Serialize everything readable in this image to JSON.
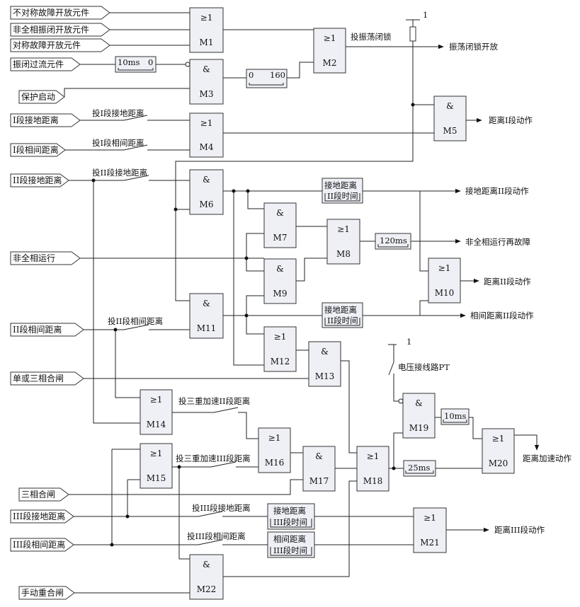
{
  "inputs": [
    {
      "id": "in1",
      "text": "不对称故障开放元件"
    },
    {
      "id": "in2",
      "text": "非全相振闭开放元件"
    },
    {
      "id": "in3",
      "text": "对称故障开放元件"
    },
    {
      "id": "in4",
      "text": "振闭过流元件"
    },
    {
      "id": "in5",
      "text": "保护启动"
    },
    {
      "id": "in6",
      "text": "I段接地距离"
    },
    {
      "id": "in7",
      "text": "I段相间距离"
    },
    {
      "id": "in8",
      "text": "II段接地距离"
    },
    {
      "id": "in9",
      "text": "非全相运行"
    },
    {
      "id": "in10",
      "text": "II段相间距离"
    },
    {
      "id": "in11",
      "text": "单或三相合闸"
    },
    {
      "id": "in12",
      "text": "三相合闸"
    },
    {
      "id": "in13",
      "text": "III段接地距离"
    },
    {
      "id": "in14",
      "text": "III段相间距离"
    },
    {
      "id": "in15",
      "text": "手动重合闸"
    }
  ],
  "gates": [
    {
      "id": "M1",
      "sym": "≥1"
    },
    {
      "id": "M2",
      "sym": "≥1"
    },
    {
      "id": "M3",
      "sym": "&"
    },
    {
      "id": "M4",
      "sym": "≥1"
    },
    {
      "id": "M5",
      "sym": "&"
    },
    {
      "id": "M6",
      "sym": "&"
    },
    {
      "id": "M7",
      "sym": "&"
    },
    {
      "id": "M8",
      "sym": "≥1"
    },
    {
      "id": "M9",
      "sym": "&"
    },
    {
      "id": "M10",
      "sym": "≥1"
    },
    {
      "id": "M11",
      "sym": "&"
    },
    {
      "id": "M12",
      "sym": "≥1"
    },
    {
      "id": "M13",
      "sym": "&"
    },
    {
      "id": "M14",
      "sym": "≥1"
    },
    {
      "id": "M15",
      "sym": "≥1"
    },
    {
      "id": "M16",
      "sym": "≥1"
    },
    {
      "id": "M17",
      "sym": "&"
    },
    {
      "id": "M18",
      "sym": "≥1"
    },
    {
      "id": "M19",
      "sym": "&"
    },
    {
      "id": "M20",
      "sym": "≥1"
    },
    {
      "id": "M21",
      "sym": "≥1"
    },
    {
      "id": "M22",
      "sym": "&"
    }
  ],
  "timers": {
    "t_10ms_left": "10ms",
    "t_10ms_right": "0",
    "t_160_left": "0",
    "t_160_right": "160",
    "t_120ms": "120ms",
    "t_10ms_b": "10ms",
    "t_25ms": "25ms",
    "t_ii_gnd_1": "接地距离",
    "t_ii_gnd_2": "II段时间",
    "t_ii_ph_1": "接地距离",
    "t_ii_ph_2": "II段时间",
    "t_iii_gnd_1": "接地距离",
    "t_iii_gnd_2": "III段时间",
    "t_iii_ph_1": "相间距离",
    "t_iii_ph_2": "III段时间"
  },
  "switches": [
    {
      "id": "sw_swing",
      "text": "投振荡闭锁"
    },
    {
      "id": "sw_i_gnd",
      "text": "投I段接地距离"
    },
    {
      "id": "sw_i_ph",
      "text": "投I段相间距离"
    },
    {
      "id": "sw_ii_gnd",
      "text": "投II段接地距离"
    },
    {
      "id": "sw_ii_ph",
      "text": "投II段相间距离"
    },
    {
      "id": "sw_pt",
      "text": "电压接线路PT"
    },
    {
      "id": "sw_acc_ii",
      "text": "投三重加速II段距离"
    },
    {
      "id": "sw_acc_iii",
      "text": "投三重加速III段距离"
    },
    {
      "id": "sw_iii_gnd",
      "text": "投III段接地距离"
    },
    {
      "id": "sw_iii_ph",
      "text": "投III段相间距离"
    }
  ],
  "constants": {
    "one_a": "1",
    "one_b": "1"
  },
  "outputs": [
    {
      "id": "out_swing",
      "text": "振荡闭锁开放"
    },
    {
      "id": "out_i",
      "text": "距离I段动作"
    },
    {
      "id": "out_ii_gnd",
      "text": "接地距离II段动作"
    },
    {
      "id": "out_nonfull",
      "text": "非全相运行再故障"
    },
    {
      "id": "out_ii",
      "text": "距离II段动作"
    },
    {
      "id": "out_ii_ph",
      "text": "相间距离II段动作"
    },
    {
      "id": "out_acc",
      "text": "距离加速动作"
    },
    {
      "id": "out_iii",
      "text": "距离III段动作"
    }
  ]
}
